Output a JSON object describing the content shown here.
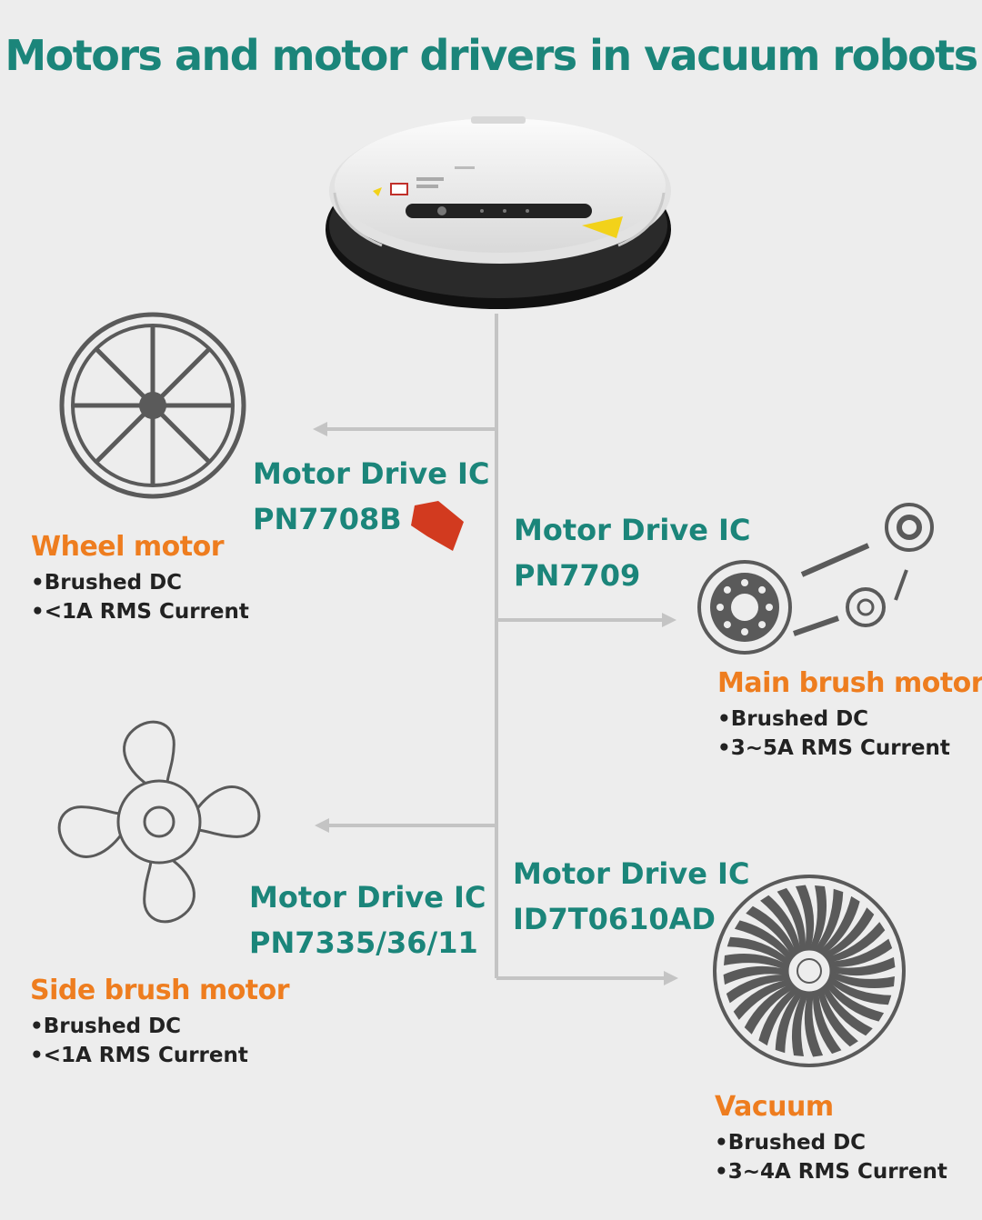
{
  "title": "Motors and motor drivers in vacuum robots",
  "colors": {
    "teal": "#1b857a",
    "orange": "#ee7d1f",
    "line": "#c4c4c4",
    "icon": "#5a5a5a",
    "star": "#d23a1f"
  },
  "drivers": [
    {
      "label": "Motor Drive IC",
      "part": "PN7708B"
    },
    {
      "label": "Motor Drive IC",
      "part": "PN7709"
    },
    {
      "label": "Motor Drive IC",
      "part": "PN7335/36/11"
    },
    {
      "label": "Motor Drive IC",
      "part": "ID7T0610AD"
    }
  ],
  "motors": [
    {
      "name": "Wheel motor",
      "specs": [
        "•Brushed DC",
        "•<1A RMS Current"
      ],
      "icon": "wheel-icon"
    },
    {
      "name": "Main brush motor",
      "specs": [
        "•Brushed DC",
        "•3~5A RMS Current"
      ],
      "icon": "belt-drive-icon"
    },
    {
      "name": "Side brush motor",
      "specs": [
        "•Brushed DC",
        "•<1A RMS Current"
      ],
      "icon": "propeller-icon"
    },
    {
      "name": "Vacuum",
      "specs": [
        "•Brushed DC",
        "•3~4A RMS Current"
      ],
      "icon": "turbine-fan-icon"
    }
  ]
}
